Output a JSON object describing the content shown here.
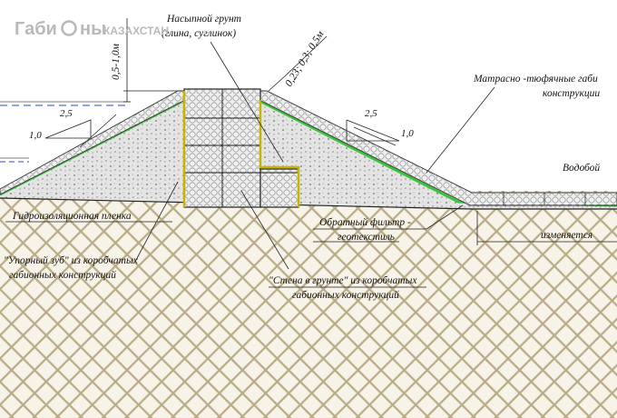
{
  "watermark": {
    "part1": "Габи",
    "part2": "ны",
    "part3": "КАЗАХСТАН"
  },
  "labels": {
    "fill_soil_line1": "Насыпной грунт",
    "fill_soil_line2": "(глина, суглинок)",
    "depth_top": "0,5-1,0м",
    "layer_thickness": "0,23; 0,3; 0,5м",
    "mattress_line1": "Матрасно -тюфячные габи",
    "mattress_line2": "конструкции",
    "slope_left_h": "2,5",
    "slope_left_v": "1,0",
    "slope_right_h": "2,5",
    "slope_right_v": "1,0",
    "waterfall": "Водобой",
    "membrane": "Гидроизоляционная пленка",
    "filter_line1": "Обратный фильтр -",
    "filter_line2": "геотекстиль",
    "varies": "изменяется",
    "tooth_line1": "\"Упорный зуб\" из коробчатых",
    "tooth_line2": "габионных конструкций",
    "wall_line1": "\"Стена в грунте\" из коробчатых",
    "wall_line2": "габионных конструкций"
  },
  "colors": {
    "membrane": "#3cc23c",
    "wall_outline": "#c8b400",
    "water": "#1f52c8",
    "ground_hatch": "#b9ab86",
    "fill": "#c9c9c9"
  }
}
